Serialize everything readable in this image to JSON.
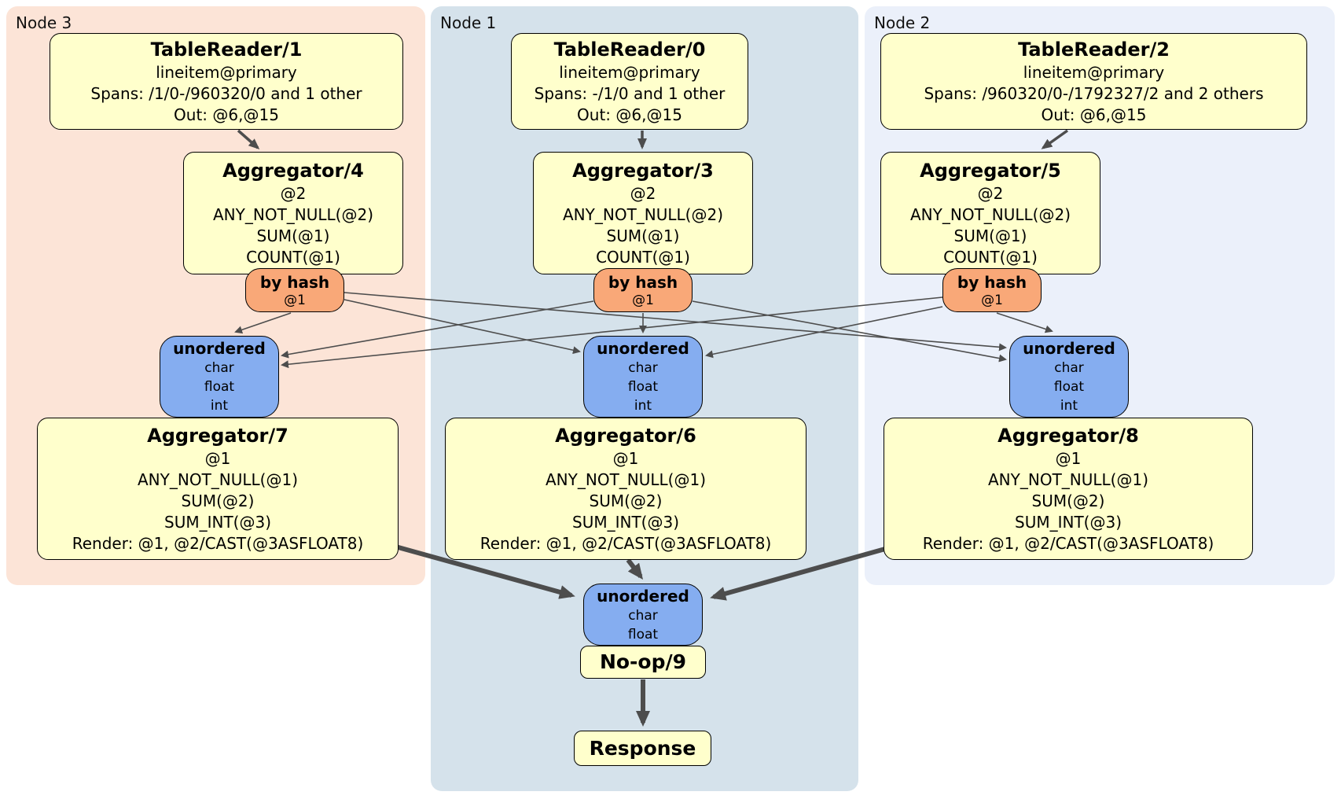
{
  "panels": {
    "node3": {
      "label": "Node 3"
    },
    "node1": {
      "label": "Node 1"
    },
    "node2": {
      "label": "Node 2"
    }
  },
  "processors": {
    "tr1": {
      "title": "TableReader/1",
      "rows": [
        "lineitem@primary",
        "Spans: /1/0-/960320/0 and 1 other",
        "Out: @6,@15"
      ]
    },
    "tr0": {
      "title": "TableReader/0",
      "rows": [
        "lineitem@primary",
        "Spans: -/1/0 and 1 other",
        "Out: @6,@15"
      ]
    },
    "tr2": {
      "title": "TableReader/2",
      "rows": [
        "lineitem@primary",
        "Spans: /960320/0-/1792327/2 and 2 others",
        "Out: @6,@15"
      ]
    },
    "agg4": {
      "title": "Aggregator/4",
      "rows": [
        "@2",
        "ANY_NOT_NULL(@2)",
        "SUM(@1)",
        "COUNT(@1)"
      ]
    },
    "agg3": {
      "title": "Aggregator/3",
      "rows": [
        "@2",
        "ANY_NOT_NULL(@2)",
        "SUM(@1)",
        "COUNT(@1)"
      ]
    },
    "agg5": {
      "title": "Aggregator/5",
      "rows": [
        "@2",
        "ANY_NOT_NULL(@2)",
        "SUM(@1)",
        "COUNT(@1)"
      ]
    },
    "agg7": {
      "title": "Aggregator/7",
      "rows": [
        "@1",
        "ANY_NOT_NULL(@1)",
        "SUM(@2)",
        "SUM_INT(@3)",
        "Render: @1, @2/CAST(@3ASFLOAT8)"
      ]
    },
    "agg6": {
      "title": "Aggregator/6",
      "rows": [
        "@1",
        "ANY_NOT_NULL(@1)",
        "SUM(@2)",
        "SUM_INT(@3)",
        "Render: @1, @2/CAST(@3ASFLOAT8)"
      ]
    },
    "agg8": {
      "title": "Aggregator/8",
      "rows": [
        "@1",
        "ANY_NOT_NULL(@1)",
        "SUM(@2)",
        "SUM_INT(@3)",
        "Render: @1, @2/CAST(@3ASFLOAT8)"
      ]
    },
    "noop": {
      "title": "No-op/9"
    },
    "response": {
      "title": "Response"
    }
  },
  "routers": {
    "byhash3": {
      "title": "by hash",
      "detail": "@1"
    },
    "byhash1": {
      "title": "by hash",
      "detail": "@1"
    },
    "byhash2": {
      "title": "by hash",
      "detail": "@1"
    }
  },
  "syncs": {
    "unordered3": {
      "title": "unordered",
      "cols": [
        "char",
        "float",
        "int"
      ]
    },
    "unordered1": {
      "title": "unordered",
      "cols": [
        "char",
        "float",
        "int"
      ]
    },
    "unordered2": {
      "title": "unordered",
      "cols": [
        "char",
        "float",
        "int"
      ]
    },
    "unorderedF": {
      "title": "unordered",
      "cols": [
        "char",
        "float"
      ]
    }
  },
  "colors": {
    "panel_node3_bg": "#fce4d7",
    "panel_node1_bg": "#d5e2eb",
    "panel_node2_bg": "#ebf0fa",
    "processor_fill": "#ffffcc",
    "router_fill": "#f9a878",
    "sync_fill": "#85adf0",
    "edge": "#4d4d4d",
    "border": "#000000"
  }
}
